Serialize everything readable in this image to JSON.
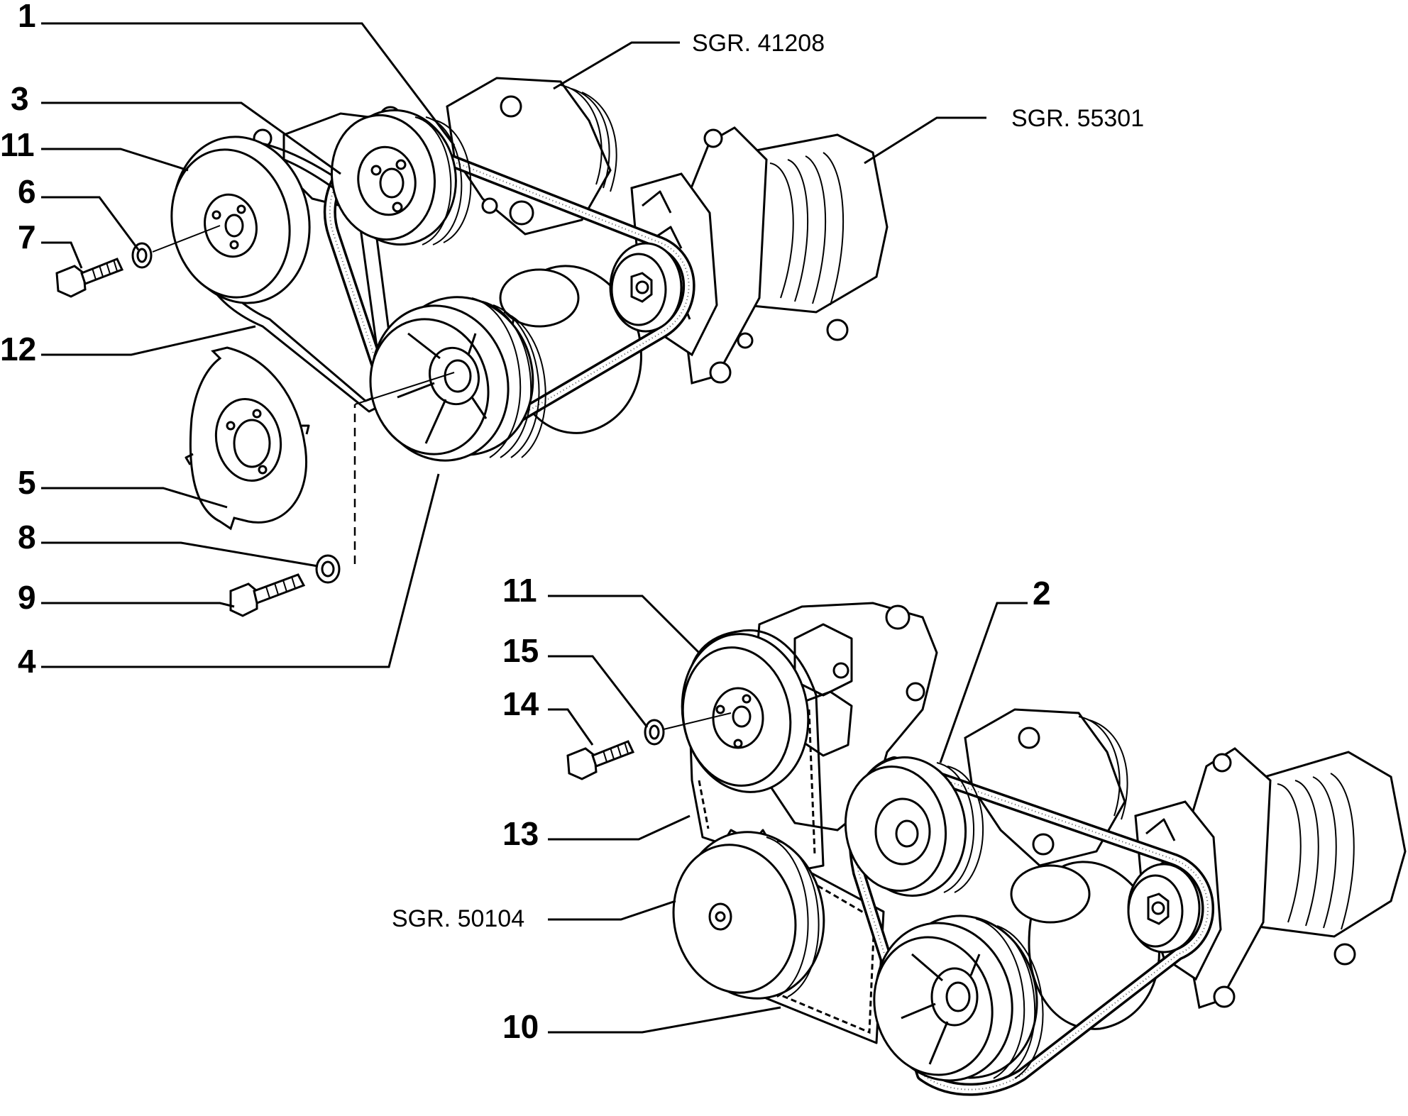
{
  "callouts": [
    {
      "id": "c1",
      "text": "1"
    },
    {
      "id": "c3",
      "text": "3"
    },
    {
      "id": "c11",
      "text": "11"
    },
    {
      "id": "c6",
      "text": "6"
    },
    {
      "id": "c7",
      "text": "7"
    },
    {
      "id": "c12",
      "text": "12"
    },
    {
      "id": "c5",
      "text": "5"
    },
    {
      "id": "c8",
      "text": "8"
    },
    {
      "id": "c9",
      "text": "9"
    },
    {
      "id": "c4",
      "text": "4"
    },
    {
      "id": "c11b",
      "text": "11"
    },
    {
      "id": "c15",
      "text": "15"
    },
    {
      "id": "c14",
      "text": "14"
    },
    {
      "id": "c13",
      "text": "13"
    },
    {
      "id": "c10",
      "text": "10"
    },
    {
      "id": "c2",
      "text": "2"
    }
  ],
  "references": [
    {
      "id": "r41208",
      "text": "SGR. 41208"
    },
    {
      "id": "r55301",
      "text": "SGR. 55301"
    },
    {
      "id": "r50104",
      "text": "SGR. 50104"
    }
  ]
}
